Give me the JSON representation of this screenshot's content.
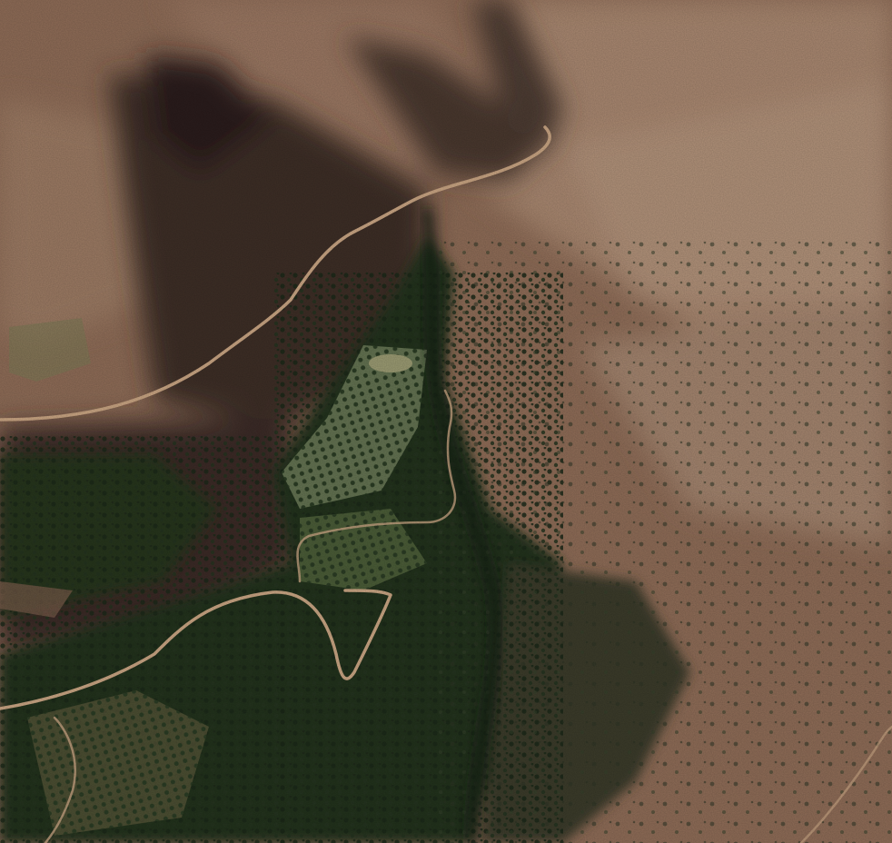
{
  "view": {
    "type": "aerial-3d-terrain",
    "labels_visible": false
  },
  "palette": {
    "bare_slope": "#8e6c57",
    "slope_light": "#a8876f",
    "slope_shadow": "#3e2e27",
    "deep_shadow": "#2a1f1c",
    "vegetation_dark": "#23321f",
    "vegetation_mid": "#3d5232",
    "grove_light": "#6f7e5a",
    "dirt_road": "#c9a583",
    "clearing": "#9a9a72"
  },
  "features": {
    "valley": "river-gorge",
    "roads": [
      "upper-switchback-road",
      "lower-switchback-road",
      "valley-track"
    ],
    "groves": [
      "olive-grove-terraces"
    ]
  }
}
